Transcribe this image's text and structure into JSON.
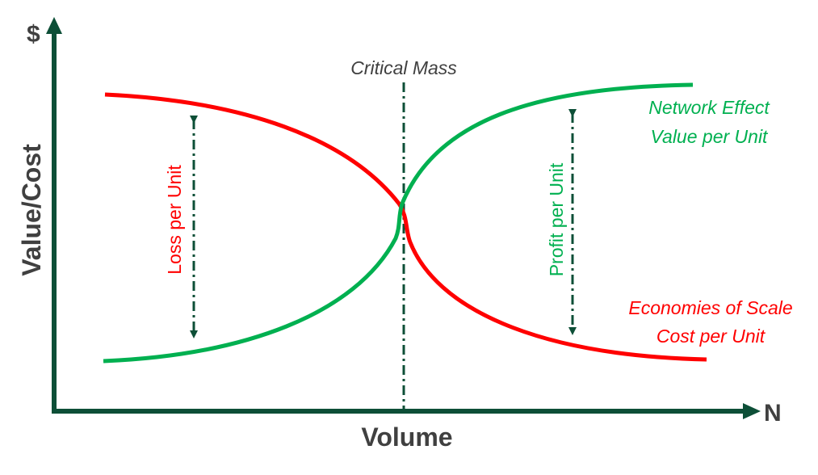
{
  "axes": {
    "y_symbol": "$",
    "y_label": "Value/Cost",
    "x_symbol": "N",
    "x_label": "Volume"
  },
  "critical_mass": "Critical Mass",
  "curves": {
    "network_effect": {
      "line1": "Network Effect",
      "line2": "Value per Unit",
      "color": "#00b050"
    },
    "economies_of_scale": {
      "line1": "Economies of Scale",
      "line2": "Cost per Unit",
      "color": "#ff0000"
    }
  },
  "annotations": {
    "loss": "Loss per Unit",
    "profit": "Profit per Unit"
  },
  "colors": {
    "axis": "#0d4f37",
    "text": "#404040"
  }
}
